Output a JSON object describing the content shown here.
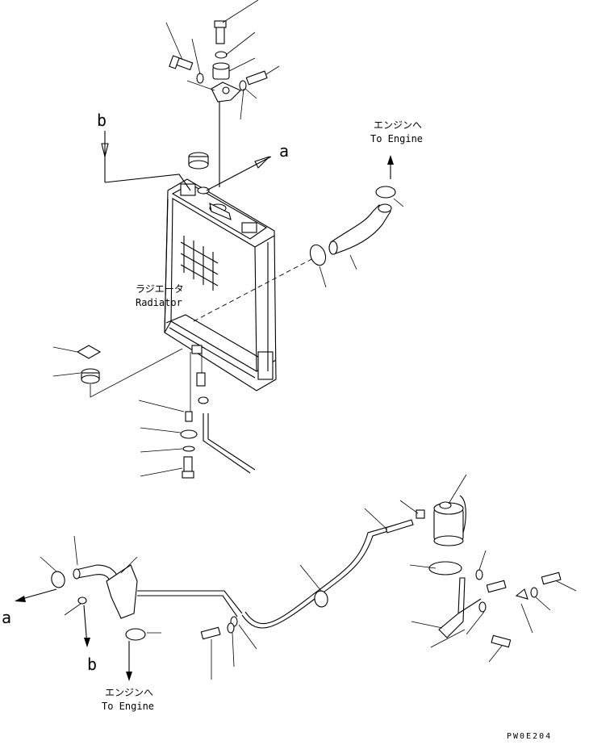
{
  "labels": {
    "radiator_jp": "ラジエータ",
    "radiator_en": "Radiator",
    "to_engine_top_jp": "エンジンへ",
    "to_engine_top_en": "To Engine",
    "to_engine_bottom_jp": "エンジンへ",
    "to_engine_bottom_en": "To Engine",
    "ref_a_top": "a",
    "ref_b_top": "b",
    "ref_a_bottom": "a",
    "ref_b_bottom": "b",
    "drawing_code": "PW0E204"
  }
}
